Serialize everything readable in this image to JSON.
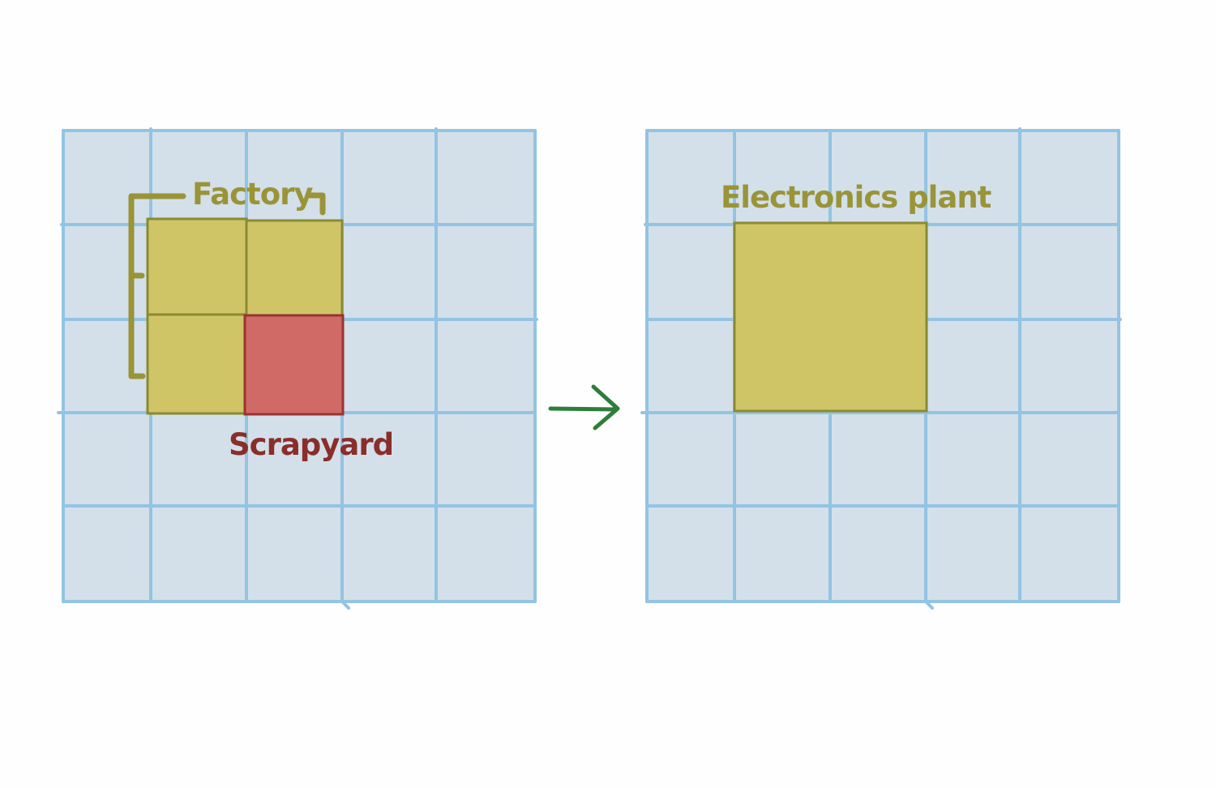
{
  "colors": {
    "background": "#fefefe",
    "grid_fill": "#d3e0ea",
    "grid_line": "#93c4e2",
    "building_fill": "#cfc566",
    "building_stroke": "#8a8a32",
    "bracket": "#9a9438",
    "factory_text": "#9a9438",
    "scrapyard_fill": "#d06a66",
    "scrapyard_stroke": "#9a3232",
    "scrapyard_text": "#8a2e2a",
    "arrow": "#2e7d3a"
  },
  "grid": {
    "rows": 5,
    "cols": 5
  },
  "left_panel": {
    "factory_label": "Factory",
    "scrapyard_label": "Scrapyard",
    "factory_cells": [
      [
        1,
        1
      ],
      [
        1,
        2
      ],
      [
        2,
        1
      ]
    ],
    "scrapyard_cells": [
      [
        2,
        2
      ]
    ]
  },
  "right_panel": {
    "plant_label": "Electronics plant",
    "plant_span": {
      "row": 1,
      "col": 1,
      "rows": 2,
      "cols": 2
    }
  }
}
